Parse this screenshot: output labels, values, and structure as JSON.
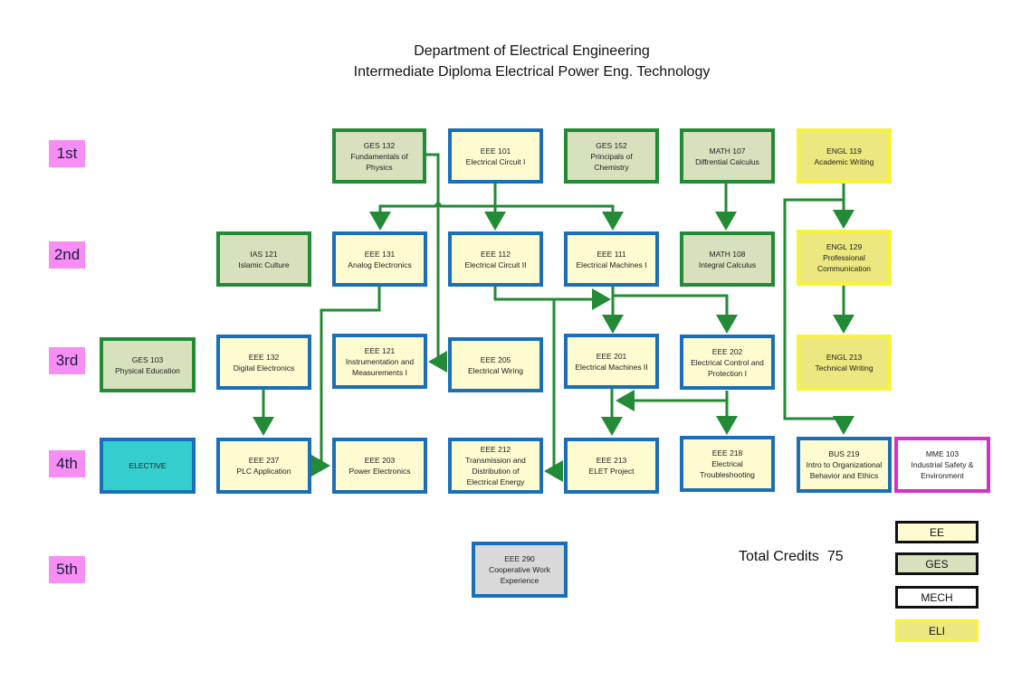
{
  "header": {
    "title_line1": "Department of Electrical Engineering",
    "title_line2": "Intermediate Diploma Electrical Power Eng. Technology"
  },
  "semesters": [
    "1st",
    "2nd",
    "3rd",
    "4th",
    "5th"
  ],
  "courses": {
    "ges132": {
      "code": "GES 132",
      "name": "Fundamentals of Physics",
      "category": "GES"
    },
    "eee101": {
      "code": "EEE 101",
      "name": "Electrical Circuit I",
      "category": "EE"
    },
    "ges152": {
      "code": "GES 152",
      "name": "Principals of Chemistry",
      "category": "GES"
    },
    "math107": {
      "code": "MATH 107",
      "name": "Diffrential Calculus",
      "category": "GES"
    },
    "engl119": {
      "code": "ENGL 119",
      "name": "Academic Writing",
      "category": "ELI"
    },
    "ias121": {
      "code": "IAS 121",
      "name": "Islamic Culture",
      "category": "GES"
    },
    "eee131": {
      "code": "EEE 131",
      "name": "Analog Electronics",
      "category": "EE"
    },
    "eee112": {
      "code": "EEE 112",
      "name": "Electrical Circuit II",
      "category": "EE"
    },
    "eee111": {
      "code": "EEE 111",
      "name": "Electrical Machines I",
      "category": "EE"
    },
    "math108": {
      "code": "MATH 108",
      "name": "Integral Calculus",
      "category": "GES"
    },
    "engl129": {
      "code": "ENGL 129",
      "name": "Professional Communication",
      "category": "ELI"
    },
    "ges103": {
      "code": "GES 103",
      "name": "Physical Education",
      "category": "GES"
    },
    "eee132": {
      "code": "EEE 132",
      "name": "Digital Electronics",
      "category": "EE"
    },
    "eee121": {
      "code": "EEE 121",
      "name": "Instrumentation and Measurements I",
      "category": "EE"
    },
    "eee205": {
      "code": "EEE 205",
      "name": "Electrical Wiring",
      "category": "EE"
    },
    "eee201": {
      "code": "EEE 201",
      "name": "Electrical Machines II",
      "category": "EE"
    },
    "eee202": {
      "code": "EEE 202",
      "name": "Electrical Control and Protection I",
      "category": "EE"
    },
    "engl213": {
      "code": "ENGL 213",
      "name": "Technical Writing",
      "category": "ELI"
    },
    "elective": {
      "code": "",
      "name": "ELECTIVE",
      "category": "Elective"
    },
    "eee237": {
      "code": "EEE 237",
      "name": "PLC Application",
      "category": "EE"
    },
    "eee203": {
      "code": "EEE 203",
      "name": "Power Electronics",
      "category": "EE"
    },
    "eee212": {
      "code": "EEE 212",
      "name": "Transmission and Distribution of Electrical Energy",
      "category": "EE"
    },
    "eee213": {
      "code": "EEE 213",
      "name": "ELET Project",
      "category": "EE"
    },
    "eee218": {
      "code": "EEE 218",
      "name": "Electrical Troubleshooting",
      "category": "EE"
    },
    "bus219": {
      "code": "BUS 219",
      "name": "Intro to Organizational Behavior and Ethics",
      "category": "EE"
    },
    "mme103": {
      "code": "MME 103",
      "name": "Industrial Safety & Environment",
      "category": "MECH"
    },
    "eee290": {
      "code": "EEE 290",
      "name": "Cooperative Work Experience",
      "category": "EE"
    }
  },
  "prerequisites": [
    {
      "from": "EEE 101",
      "to": "EEE 131"
    },
    {
      "from": "EEE 101",
      "to": "EEE 112"
    },
    {
      "from": "EEE 101",
      "to": "EEE 111"
    },
    {
      "from": "GES 132",
      "to": "EEE 121"
    },
    {
      "from": "MATH 107",
      "to": "MATH 108"
    },
    {
      "from": "ENGL 119",
      "to": "ENGL 129"
    },
    {
      "from": "ENGL 119",
      "to": "BUS 219"
    },
    {
      "from": "ENGL 129",
      "to": "ENGL 213"
    },
    {
      "from": "EEE 112",
      "to": "EEE 201"
    },
    {
      "from": "EEE 112",
      "to": "EEE 202"
    },
    {
      "from": "EEE 112",
      "to": "EEE 212"
    },
    {
      "from": "EEE 111",
      "to": "EEE 201"
    },
    {
      "from": "EEE 111",
      "to": "EEE 202"
    },
    {
      "from": "EEE 131",
      "to": "EEE 203"
    },
    {
      "from": "EEE 132",
      "to": "EEE 237"
    },
    {
      "from": "EEE 201",
      "to": "EEE 213"
    },
    {
      "from": "EEE 202",
      "to": "EEE 213"
    },
    {
      "from": "EEE 202",
      "to": "EEE 218"
    }
  ],
  "total_credits": {
    "label": "Total Credits",
    "value": "75"
  },
  "legend": [
    {
      "label": "EE",
      "color": "#1b6fb8"
    },
    {
      "label": "GES",
      "color": "#238a35"
    },
    {
      "label": "MECH",
      "color": "#d233c6"
    },
    {
      "label": "ELI",
      "color": "#f6f33a"
    }
  ],
  "colors": {
    "arrow": "#238a35",
    "semester_bg": "#f68ef6",
    "elective_fill": "#35cece"
  }
}
